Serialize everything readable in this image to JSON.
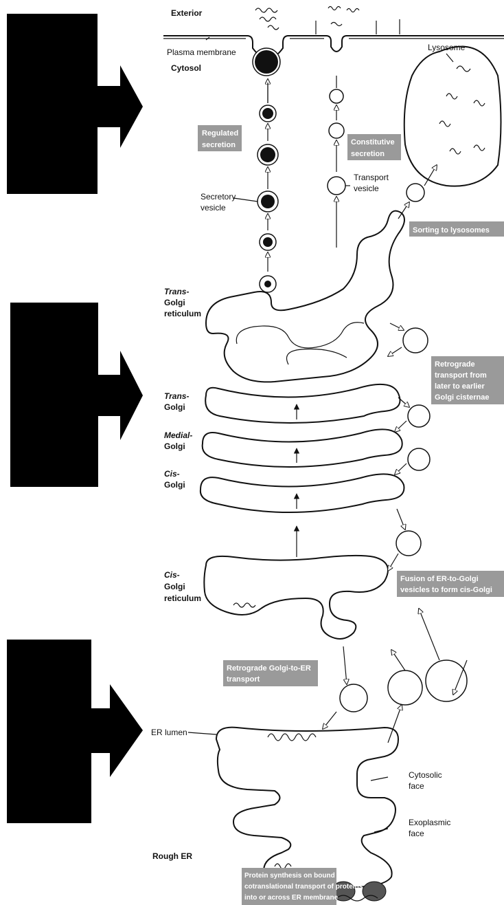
{
  "labels": {
    "exterior": "Exterior",
    "plasma_membrane": "Plasma membrane",
    "cytosol": "Cytosol",
    "lysosome": "Lysosome",
    "secretory_vesicle_1": "Secretory",
    "secretory_vesicle_2": "vesicle",
    "transport_vesicle_1": "Transport",
    "transport_vesicle_2": "vesicle",
    "trans_golgi_reticulum_1": "Trans-",
    "trans_golgi_reticulum_2": "Golgi",
    "trans_golgi_reticulum_3": "reticulum",
    "trans_golgi_1": "Trans-",
    "trans_golgi_2": "Golgi",
    "medial_golgi_1": "Medial-",
    "medial_golgi_2": "Golgi",
    "cis_golgi_1": "Cis-",
    "cis_golgi_2": "Golgi",
    "cis_golgi_reticulum_1": "Cis-",
    "cis_golgi_reticulum_2": "Golgi",
    "cis_golgi_reticulum_3": "reticulum",
    "er_lumen": "ER lumen",
    "cytosolic_face_1": "Cytosolic",
    "cytosolic_face_2": "face",
    "exoplasmic_face_1": "Exoplasmic",
    "exoplasmic_face_2": "face",
    "rough_er": "Rough ER"
  },
  "callouts": {
    "regulated_1": "Regulated",
    "regulated_2": "secretion",
    "constitutive_1": "Constitutive",
    "constitutive_2": "secretion",
    "sorting": "Sorting to lysosomes",
    "retrograde_golgi_1": "Retrograde",
    "retrograde_golgi_2": "transport from",
    "retrograde_golgi_3": "later to earlier",
    "retrograde_golgi_4": "Golgi cisternae",
    "fusion_1": "Fusion of ER-to-Golgi",
    "fusion_2": "vesicles to form cis-Golgi",
    "retro_er_1": "Retrograde Golgi-to-ER",
    "retro_er_2": "transport",
    "synthesis_1": "Protein synthesis on bound ribosomes;",
    "synthesis_2": "cotranslational transport of proteins",
    "synthesis_3": "into or across ER membrane"
  },
  "colors": {
    "marker_fill": "#000000",
    "callout_bg": "#9a9a9a",
    "ink": "#111111"
  },
  "markers": [
    "right-arrow-marker",
    "right-arrow-marker",
    "right-arrow-marker"
  ]
}
